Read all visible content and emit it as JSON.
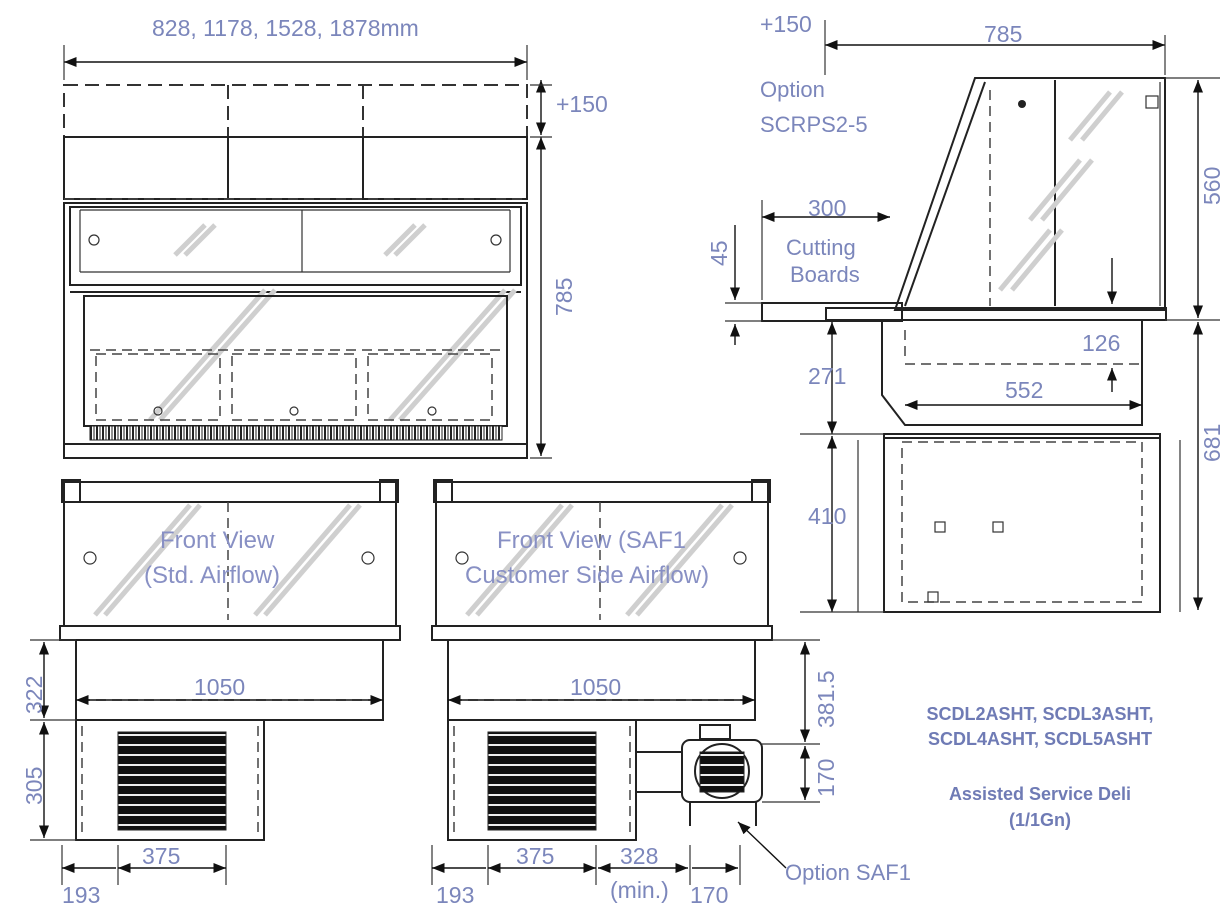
{
  "dimensions": {
    "width_options": "828, 1178, 1528, 1878mm",
    "plus150_top": "+150",
    "height_785_front": "785",
    "plus150_side": "+150",
    "depth_785": "785",
    "h_560": "560",
    "w_300": "300",
    "h_45": "45",
    "h_126": "126",
    "h_271": "271",
    "w_552": "552",
    "h_681": "681",
    "h_410": "410",
    "h_322": "322",
    "w_1050_left": "1050",
    "h_305": "305",
    "w_375_left": "375",
    "w_193_left": "193",
    "w_1050_right": "1050",
    "h_381_5": "381.5",
    "h_170_right": "170",
    "w_375_right": "375",
    "w_328": "328",
    "w_193_right": "193",
    "min_label": "(min.)",
    "w_170": "170"
  },
  "labels": {
    "option_line1": "Option",
    "option_line2": "SCRPS2-5",
    "cutting_line1": "Cutting",
    "cutting_line2": "Boards",
    "front_std_line1": "Front View",
    "front_std_line2": "(Std. Airflow)",
    "front_saf_line1": "Front View (SAF1",
    "front_saf_line2": "Customer Side Airflow)",
    "option_saf1": "Option SAF1"
  },
  "models": {
    "line1": "SCDL2ASHT, SCDL3ASHT,",
    "line2": "SCDL4ASHT, SCDL5ASHT",
    "desc1": "Assisted Service Deli",
    "desc2": "(1/1Gn)"
  },
  "colors": {
    "dimension_text": "#7b86bb",
    "lines": "#222222"
  }
}
